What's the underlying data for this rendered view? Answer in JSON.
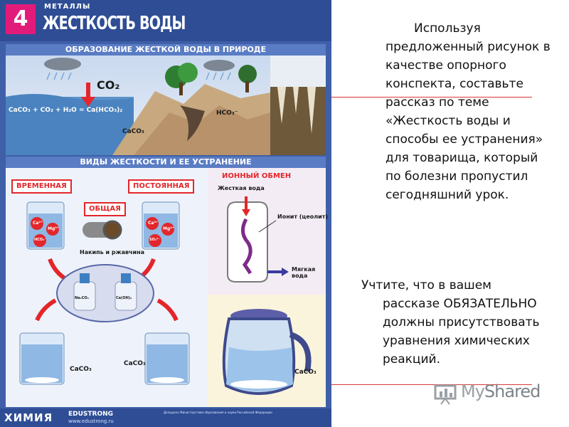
{
  "poster": {
    "number": "4",
    "category": "МЕТАЛЛЫ",
    "title": "ЖЕСТКОСТЬ ВОДЫ",
    "section1": "ОБРАЗОВАНИЕ ЖЕСТКОЙ ВОДЫ В ПРИРОДЕ",
    "co2": "CO₂",
    "equation": "CaCO₃ + CO₂ + H₂O = Ca(HCO₃)₂",
    "caco3": "CaCO₃",
    "hco3": "HCO₃⁻",
    "section2": "ВИДЫ ЖЕСТКОСТИ И ЕЕ УСТРАНЕНИЕ",
    "temporary": "ВРЕМЕННАЯ",
    "permanent": "ПОСТОЯННАЯ",
    "total": "ОБЩАЯ",
    "scale": "Накипь и ржавчина",
    "ion_left": [
      "Ca²⁺",
      "Mg²⁺",
      "HCO₃⁻"
    ],
    "ion_right": [
      "Ca²⁺",
      "Mg²⁺",
      "SO₄²⁻"
    ],
    "bottle1": "Na₂CO₃",
    "bottle2": "Ca(OH)₂",
    "precip1": "CaCO₃",
    "precip2": "CaCO₃",
    "ion_exchange": "ИОННЫЙ ОБМЕН",
    "hard_water": "Жесткая вода",
    "ionite": "Ионит (цеолит)",
    "soft_water": "Мягкая вода",
    "kettle_caco3": "CaCO₃",
    "footer_brand": "ХИМИЯ",
    "footer_pub": "EDUSTRONG",
    "footer_site": "www.edustrong.ru",
    "footer_small": "Допущено Министерством образования и науки Российской Федерации"
  },
  "text": {
    "para1_first": "Используя",
    "para1_rest": "предложенный рисунок в качестве опорного конспекта, составьте рассказ по теме «Жесткость воды и способы ее устранения» для товарища, который по болезни пропустил сегодняшний урок.",
    "para2_first": "Учтите, что в вашем",
    "para2_rest": "рассказе ОБЯЗАТЕЛЬНО должны присутствовать уравнения химических реакций."
  },
  "watermark": {
    "my": "My",
    "rest": "Shared"
  },
  "colors": {
    "poster_blue": "#3f5fa8",
    "accent_red": "#e3262b",
    "badge_pink": "#e21b7a"
  }
}
